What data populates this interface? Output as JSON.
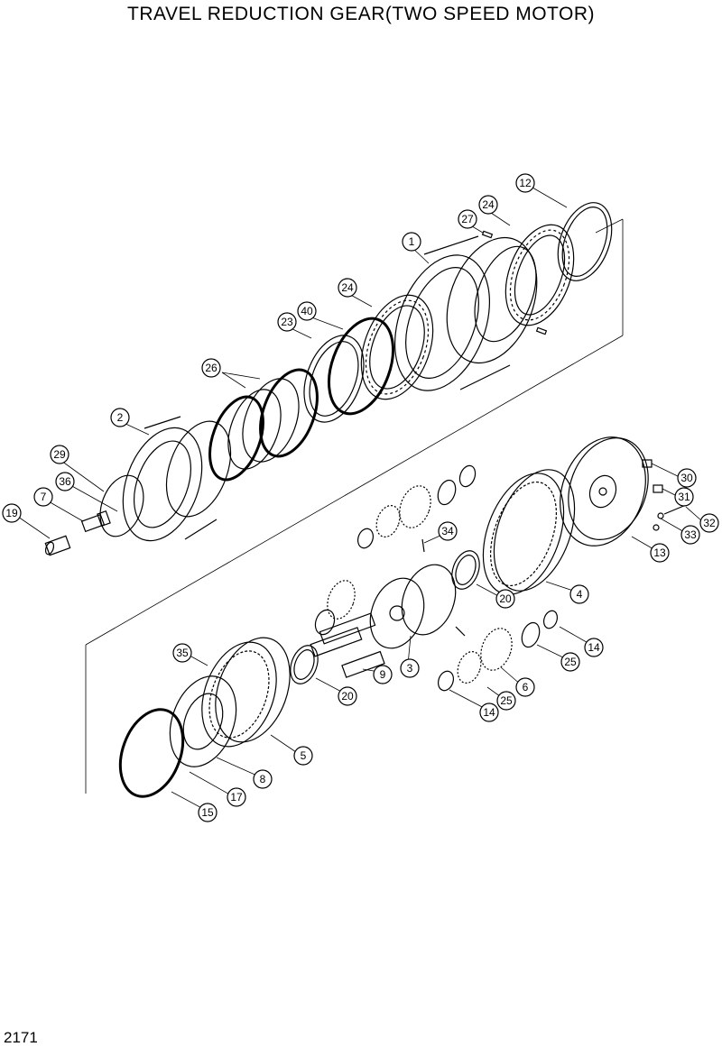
{
  "title": "TRAVEL REDUCTION GEAR(TWO SPEED MOTOR)",
  "page_number": "2171",
  "callouts": [
    {
      "id": "callout-12",
      "label": "12"
    },
    {
      "id": "callout-24a",
      "label": "24"
    },
    {
      "id": "callout-27",
      "label": "27"
    },
    {
      "id": "callout-1",
      "label": "1"
    },
    {
      "id": "callout-24b",
      "label": "24"
    },
    {
      "id": "callout-40",
      "label": "40"
    },
    {
      "id": "callout-23",
      "label": "23"
    },
    {
      "id": "callout-26",
      "label": "26"
    },
    {
      "id": "callout-2",
      "label": "2"
    },
    {
      "id": "callout-29",
      "label": "29"
    },
    {
      "id": "callout-36",
      "label": "36"
    },
    {
      "id": "callout-7",
      "label": "7"
    },
    {
      "id": "callout-19",
      "label": "19"
    },
    {
      "id": "callout-30",
      "label": "30"
    },
    {
      "id": "callout-31",
      "label": "31"
    },
    {
      "id": "callout-32",
      "label": "32"
    },
    {
      "id": "callout-33",
      "label": "33"
    },
    {
      "id": "callout-13",
      "label": "13"
    },
    {
      "id": "callout-34",
      "label": "34"
    },
    {
      "id": "callout-20a",
      "label": "20"
    },
    {
      "id": "callout-4",
      "label": "4"
    },
    {
      "id": "callout-14a",
      "label": "14"
    },
    {
      "id": "callout-25a",
      "label": "25"
    },
    {
      "id": "callout-3",
      "label": "3"
    },
    {
      "id": "callout-9",
      "label": "9"
    },
    {
      "id": "callout-20b",
      "label": "20"
    },
    {
      "id": "callout-6",
      "label": "6"
    },
    {
      "id": "callout-25b",
      "label": "25"
    },
    {
      "id": "callout-14b",
      "label": "14"
    },
    {
      "id": "callout-35",
      "label": "35"
    },
    {
      "id": "callout-5",
      "label": "5"
    },
    {
      "id": "callout-8",
      "label": "8"
    },
    {
      "id": "callout-17",
      "label": "17"
    },
    {
      "id": "callout-15",
      "label": "15"
    }
  ]
}
